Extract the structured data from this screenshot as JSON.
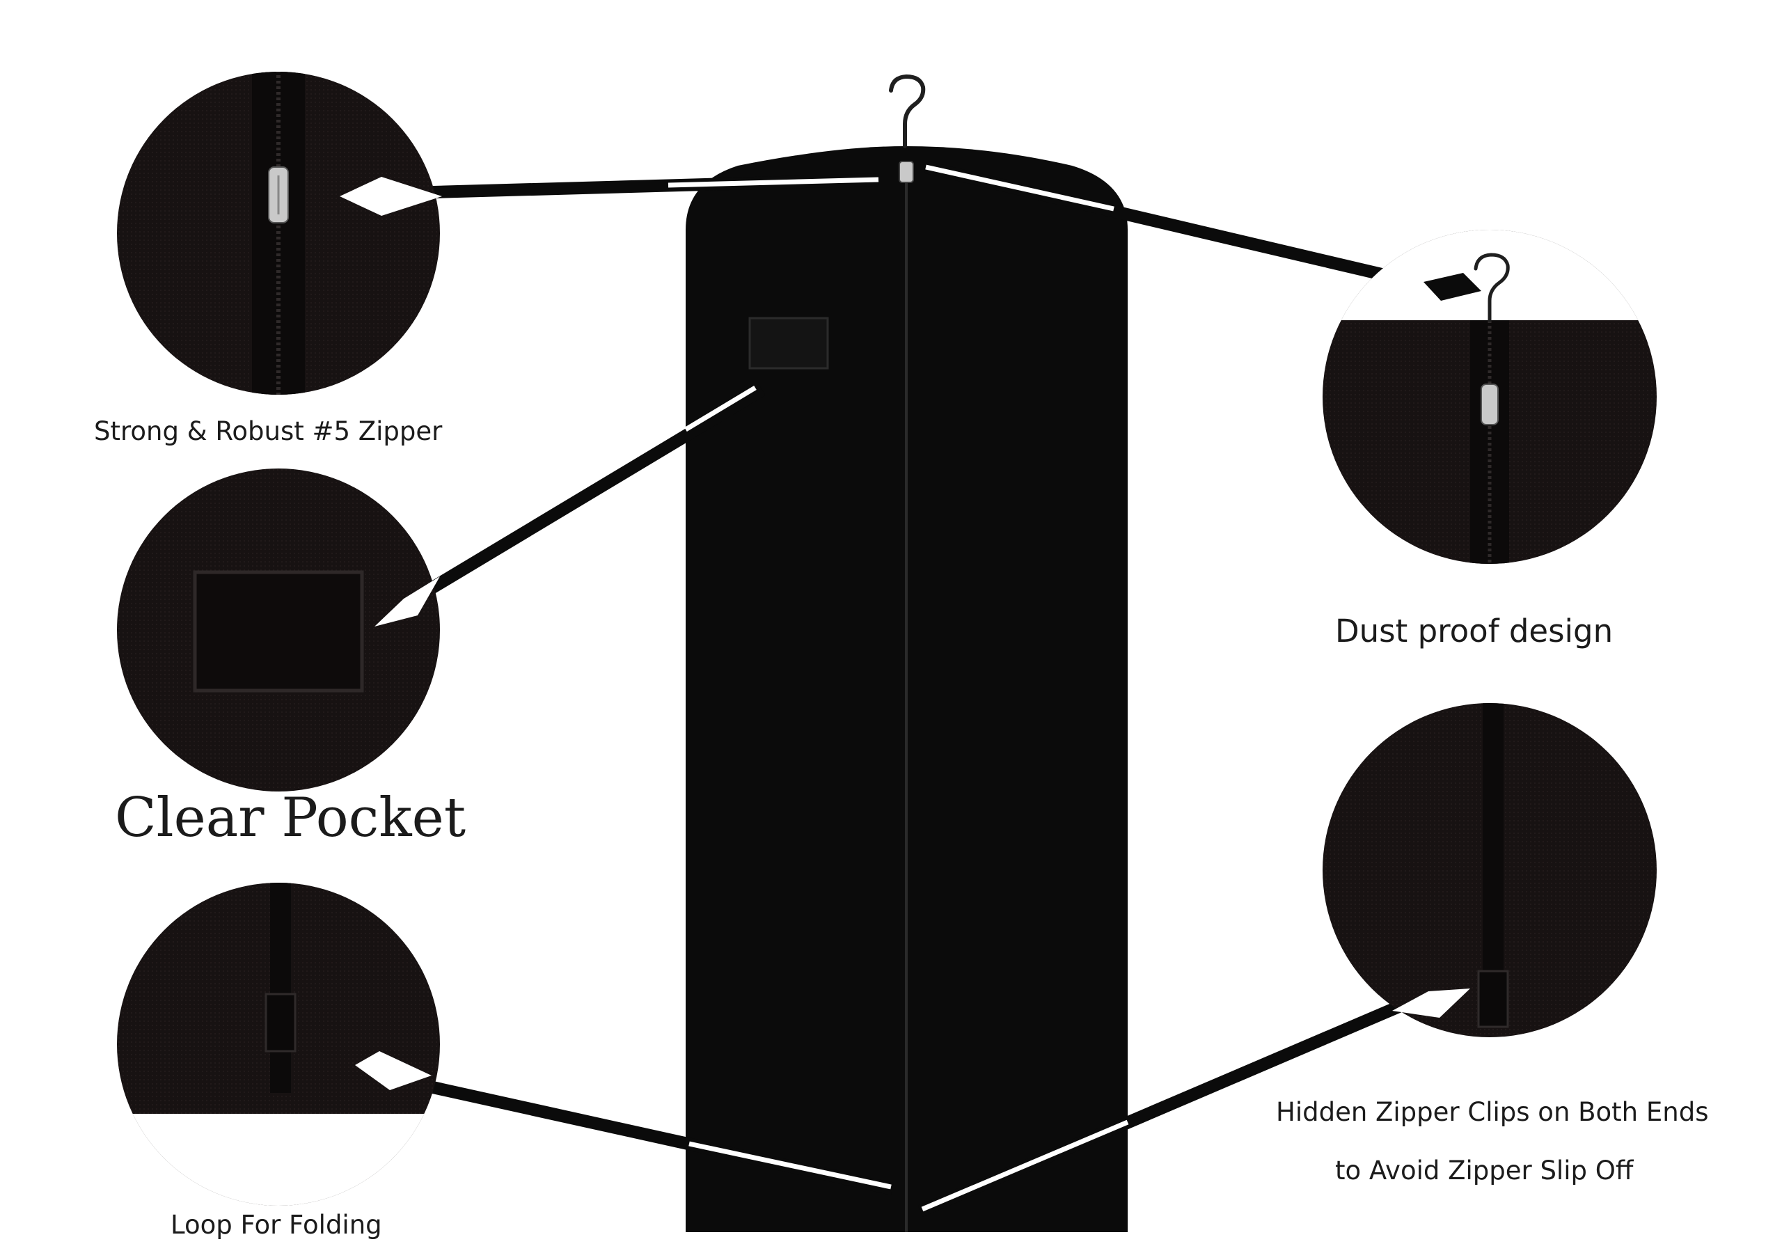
{
  "callouts": {
    "zipper": "Strong & Robust #5 Zipper",
    "pocket": "Clear Pocket",
    "loop": "Loop For Folding",
    "dust": "Dust proof design",
    "clips_line1": "Hidden Zipper Clips on Both Ends",
    "clips_line2": "to Avoid Zipper Slip Off"
  },
  "colors": {
    "bag": "#0b0b0b",
    "circle_fabric": "#161010",
    "zipper_metal": "#c9c9c9",
    "text": "#1b1b1b",
    "background": "#ffffff"
  }
}
